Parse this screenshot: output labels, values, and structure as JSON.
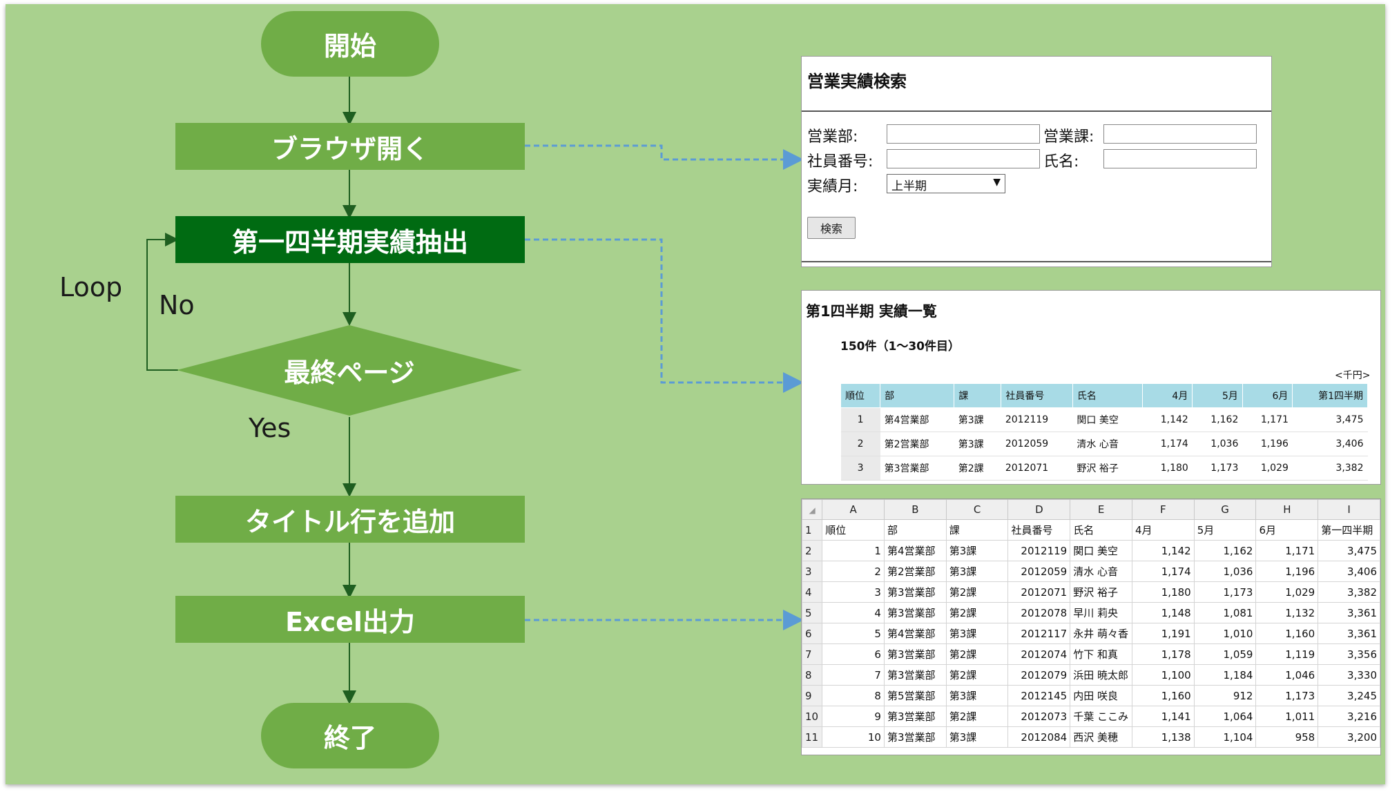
{
  "flow": {
    "start": "開始",
    "open_browser": "ブラウザ開く",
    "extract": "第一四半期実績抽出",
    "last_page": "最終ページ",
    "add_title_row": "タイトル行を追加",
    "excel_output": "Excel出力",
    "end": "終了",
    "loop_label": "Loop",
    "no_label": "No",
    "yes_label": "Yes"
  },
  "colors": {
    "background": "#a9d18e",
    "node": "#70ad47",
    "node_active": "#006b12",
    "connector": "#5b9bd5"
  },
  "search_form": {
    "title": "営業実績検索",
    "dept_label": "営業部:",
    "section_label": "営業課:",
    "employee_no_label": "社員番号:",
    "name_label": "氏名:",
    "month_label": "実績月:",
    "month_selected": "上半期",
    "search_button": "検索"
  },
  "results": {
    "title": "第1四半期 実績一覧",
    "count": "150件（1〜30件目）",
    "unit": "<千円>",
    "headers": [
      "順位",
      "部",
      "課",
      "社員番号",
      "氏名",
      "4月",
      "5月",
      "6月",
      "第1四半期"
    ],
    "rows": [
      [
        "1",
        "第4営業部",
        "第3課",
        "2012119",
        "関口 美空",
        "1,142",
        "1,162",
        "1,171",
        "3,475"
      ],
      [
        "2",
        "第2営業部",
        "第3課",
        "2012059",
        "清水 心音",
        "1,174",
        "1,036",
        "1,196",
        "3,406"
      ],
      [
        "3",
        "第3営業部",
        "第2課",
        "2012071",
        "野沢 裕子",
        "1,180",
        "1,173",
        "1,029",
        "3,382"
      ]
    ]
  },
  "spreadsheet": {
    "columns": [
      "A",
      "B",
      "C",
      "D",
      "E",
      "F",
      "G",
      "H",
      "I"
    ],
    "row_numbers": [
      "1",
      "2",
      "3",
      "4",
      "5",
      "6",
      "7",
      "8",
      "9",
      "10",
      "11"
    ],
    "header_row": [
      "順位",
      "部",
      "課",
      "社員番号",
      "氏名",
      "4月",
      "5月",
      "6月",
      "第一四半期"
    ],
    "rows": [
      [
        "1",
        "第4営業部",
        "第3課",
        "2012119",
        "関口 美空",
        "1,142",
        "1,162",
        "1,171",
        "3,475"
      ],
      [
        "2",
        "第2営業部",
        "第3課",
        "2012059",
        "清水 心音",
        "1,174",
        "1,036",
        "1,196",
        "3,406"
      ],
      [
        "3",
        "第3営業部",
        "第2課",
        "2012071",
        "野沢 裕子",
        "1,180",
        "1,173",
        "1,029",
        "3,382"
      ],
      [
        "4",
        "第3営業部",
        "第2課",
        "2012078",
        "早川 莉央",
        "1,148",
        "1,081",
        "1,132",
        "3,361"
      ],
      [
        "5",
        "第4営業部",
        "第3課",
        "2012117",
        "永井 萌々香",
        "1,191",
        "1,010",
        "1,160",
        "3,361"
      ],
      [
        "6",
        "第3営業部",
        "第2課",
        "2012074",
        "竹下 和真",
        "1,178",
        "1,059",
        "1,119",
        "3,356"
      ],
      [
        "7",
        "第3営業部",
        "第2課",
        "2012079",
        "浜田 暁太郎",
        "1,100",
        "1,184",
        "1,046",
        "3,330"
      ],
      [
        "8",
        "第5営業部",
        "第3課",
        "2012145",
        "内田 咲良",
        "1,160",
        "912",
        "1,173",
        "3,245"
      ],
      [
        "9",
        "第3営業部",
        "第2課",
        "2012073",
        "千葉 ここみ",
        "1,141",
        "1,064",
        "1,011",
        "3,216"
      ],
      [
        "10",
        "第3営業部",
        "第3課",
        "2012084",
        "西沢 美穂",
        "1,138",
        "1,104",
        "958",
        "3,200"
      ]
    ]
  }
}
